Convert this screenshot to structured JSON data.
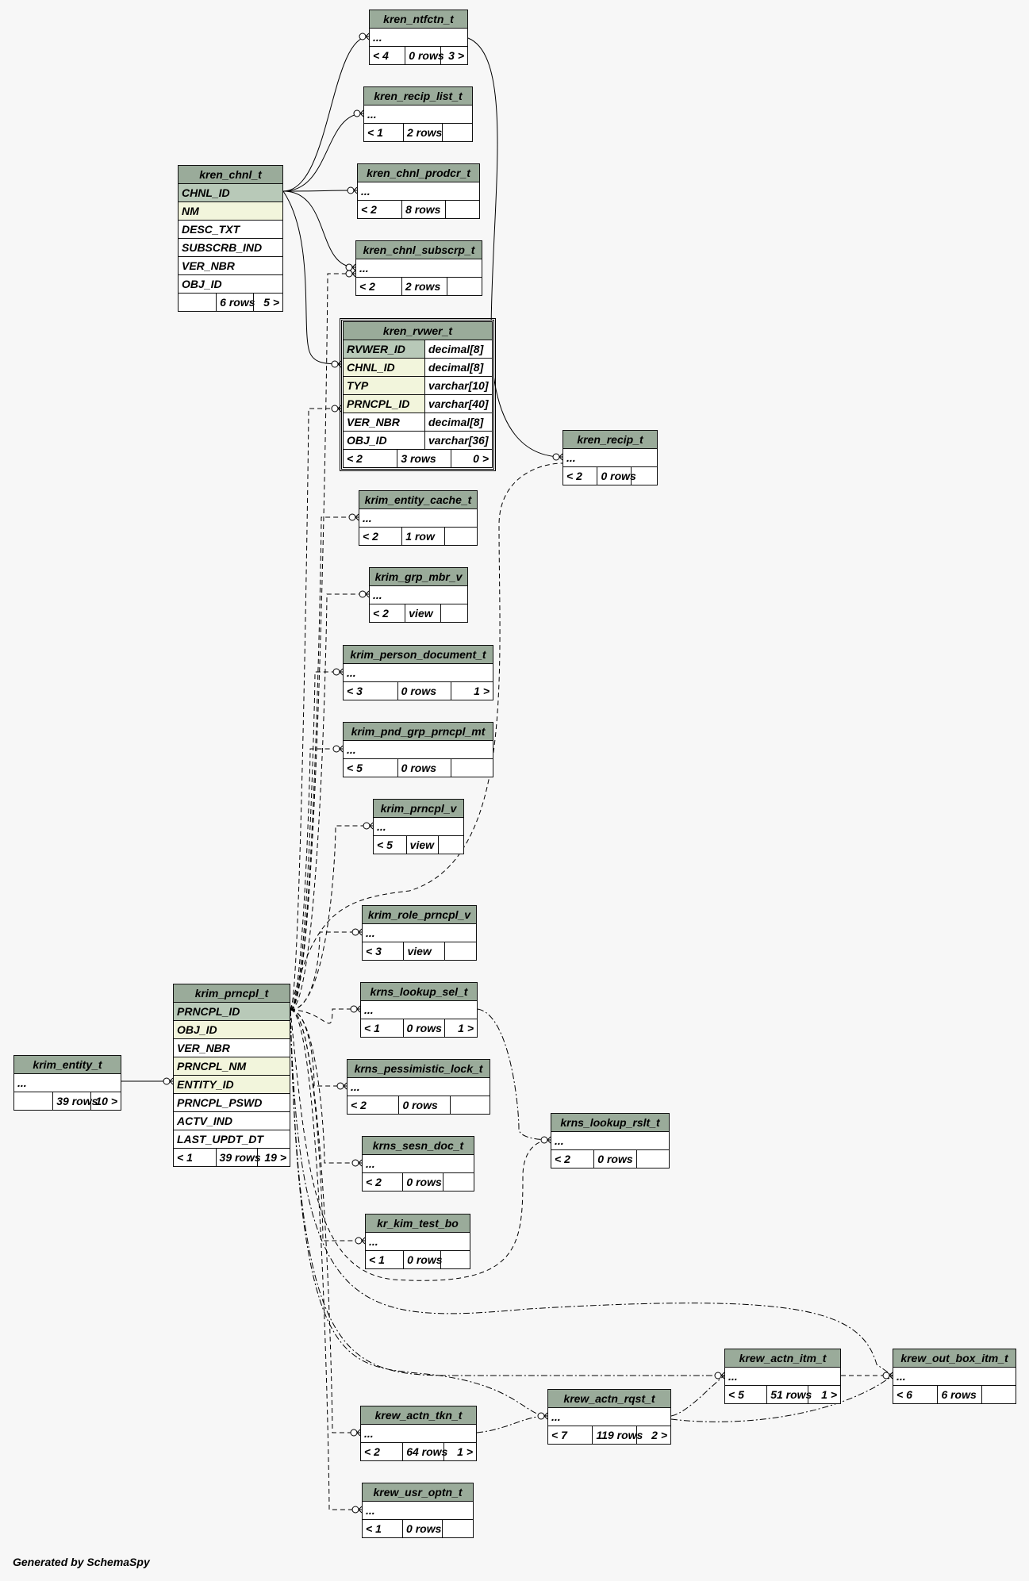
{
  "footer": "Generated by SchemaSpy",
  "tables": [
    {
      "id": "kren_ntfctn_t",
      "title": "kren_ntfctn_t",
      "rows": [
        {
          "name": "..."
        }
      ],
      "footer": [
        "< 4",
        "0 rows",
        "3 >"
      ]
    },
    {
      "id": "kren_recip_list_t",
      "title": "kren_recip_list_t",
      "rows": [
        {
          "name": "..."
        }
      ],
      "footer": [
        "< 1",
        "2 rows",
        ""
      ]
    },
    {
      "id": "kren_chnl_t",
      "title": "kren_chnl_t",
      "rows": [
        {
          "name": "CHNL_ID",
          "kind": "pk"
        },
        {
          "name": "NM",
          "kind": "fk"
        },
        {
          "name": "DESC_TXT"
        },
        {
          "name": "SUBSCRB_IND"
        },
        {
          "name": "VER_NBR"
        },
        {
          "name": "OBJ_ID"
        }
      ],
      "footer": [
        "",
        "6 rows",
        "5 >"
      ]
    },
    {
      "id": "kren_chnl_prodcr_t",
      "title": "kren_chnl_prodcr_t",
      "rows": [
        {
          "name": "..."
        }
      ],
      "footer": [
        "< 2",
        "8 rows",
        ""
      ]
    },
    {
      "id": "kren_chnl_subscrp_t",
      "title": "kren_chnl_subscrp_t",
      "rows": [
        {
          "name": "..."
        }
      ],
      "footer": [
        "< 2",
        "2 rows",
        ""
      ]
    },
    {
      "id": "kren_rvwer_t",
      "title": "kren_rvwer_t",
      "focus": true,
      "rows": [
        {
          "name": "RVWER_ID",
          "type": "decimal[8]",
          "kind": "pk"
        },
        {
          "name": "CHNL_ID",
          "type": "decimal[8]",
          "kind": "fk"
        },
        {
          "name": "TYP",
          "type": "varchar[10]",
          "kind": "fk"
        },
        {
          "name": "PRNCPL_ID",
          "type": "varchar[40]",
          "kind": "fk"
        },
        {
          "name": "VER_NBR",
          "type": "decimal[8]"
        },
        {
          "name": "OBJ_ID",
          "type": "varchar[36]"
        }
      ],
      "footer": [
        "< 2",
        "3 rows",
        "0 >"
      ]
    },
    {
      "id": "kren_recip_t",
      "title": "kren_recip_t",
      "rows": [
        {
          "name": "..."
        }
      ],
      "footer": [
        "< 2",
        "0 rows",
        ""
      ]
    },
    {
      "id": "krim_entity_cache_t",
      "title": "krim_entity_cache_t",
      "rows": [
        {
          "name": "..."
        }
      ],
      "footer": [
        "< 2",
        "1 row",
        ""
      ]
    },
    {
      "id": "krim_grp_mbr_v",
      "title": "krim_grp_mbr_v",
      "rows": [
        {
          "name": "..."
        }
      ],
      "footer": [
        "< 2",
        "view",
        ""
      ]
    },
    {
      "id": "krim_person_document_t",
      "title": "krim_person_document_t",
      "rows": [
        {
          "name": "..."
        }
      ],
      "footer": [
        "< 3",
        "0 rows",
        "1 >"
      ]
    },
    {
      "id": "krim_pnd_grp_prncpl_mt",
      "title": "krim_pnd_grp_prncpl_mt",
      "rows": [
        {
          "name": "..."
        }
      ],
      "footer": [
        "< 5",
        "0 rows",
        ""
      ]
    },
    {
      "id": "krim_prncpl_v",
      "title": "krim_prncpl_v",
      "rows": [
        {
          "name": "..."
        }
      ],
      "footer": [
        "< 5",
        "view",
        ""
      ]
    },
    {
      "id": "krim_role_prncpl_v",
      "title": "krim_role_prncpl_v",
      "rows": [
        {
          "name": "..."
        }
      ],
      "footer": [
        "< 3",
        "view",
        ""
      ]
    },
    {
      "id": "krim_prncpl_t",
      "title": "krim_prncpl_t",
      "rows": [
        {
          "name": "PRNCPL_ID",
          "kind": "pk"
        },
        {
          "name": "OBJ_ID",
          "kind": "fk"
        },
        {
          "name": "VER_NBR"
        },
        {
          "name": "PRNCPL_NM",
          "kind": "fk"
        },
        {
          "name": "ENTITY_ID",
          "kind": "fk"
        },
        {
          "name": "PRNCPL_PSWD"
        },
        {
          "name": "ACTV_IND"
        },
        {
          "name": "LAST_UPDT_DT"
        }
      ],
      "footer": [
        "< 1",
        "39 rows",
        "19 >"
      ]
    },
    {
      "id": "krns_lookup_sel_t",
      "title": "krns_lookup_sel_t",
      "rows": [
        {
          "name": "..."
        }
      ],
      "footer": [
        "< 1",
        "0 rows",
        "1 >"
      ]
    },
    {
      "id": "krim_entity_t",
      "title": "krim_entity_t",
      "rows": [
        {
          "name": "..."
        }
      ],
      "footer": [
        "",
        "39 rows",
        "10 >"
      ]
    },
    {
      "id": "krns_pessimistic_lock_t",
      "title": "krns_pessimistic_lock_t",
      "rows": [
        {
          "name": "..."
        }
      ],
      "footer": [
        "< 2",
        "0 rows",
        ""
      ]
    },
    {
      "id": "krns_lookup_rslt_t",
      "title": "krns_lookup_rslt_t",
      "rows": [
        {
          "name": "..."
        }
      ],
      "footer": [
        "< 2",
        "0 rows",
        ""
      ]
    },
    {
      "id": "krns_sesn_doc_t",
      "title": "krns_sesn_doc_t",
      "rows": [
        {
          "name": "..."
        }
      ],
      "footer": [
        "< 2",
        "0 rows",
        ""
      ]
    },
    {
      "id": "kr_kim_test_bo",
      "title": "kr_kim_test_bo",
      "rows": [
        {
          "name": "..."
        }
      ],
      "footer": [
        "< 1",
        "0 rows",
        ""
      ]
    },
    {
      "id": "krew_actn_itm_t",
      "title": "krew_actn_itm_t",
      "rows": [
        {
          "name": "..."
        }
      ],
      "footer": [
        "< 5",
        "51 rows",
        "1 >"
      ]
    },
    {
      "id": "krew_out_box_itm_t",
      "title": "krew_out_box_itm_t",
      "rows": [
        {
          "name": "..."
        }
      ],
      "footer": [
        "< 6",
        "6 rows",
        ""
      ]
    },
    {
      "id": "krew_actn_rqst_t",
      "title": "krew_actn_rqst_t",
      "rows": [
        {
          "name": "..."
        }
      ],
      "footer": [
        "< 7",
        "119 rows",
        "2 >"
      ]
    },
    {
      "id": "krew_actn_tkn_t",
      "title": "krew_actn_tkn_t",
      "rows": [
        {
          "name": "..."
        }
      ],
      "footer": [
        "< 2",
        "64 rows",
        "1 >"
      ]
    },
    {
      "id": "krew_usr_optn_t",
      "title": "krew_usr_optn_t",
      "rows": [
        {
          "name": "..."
        }
      ],
      "footer": [
        "< 1",
        "0 rows",
        ""
      ]
    }
  ]
}
